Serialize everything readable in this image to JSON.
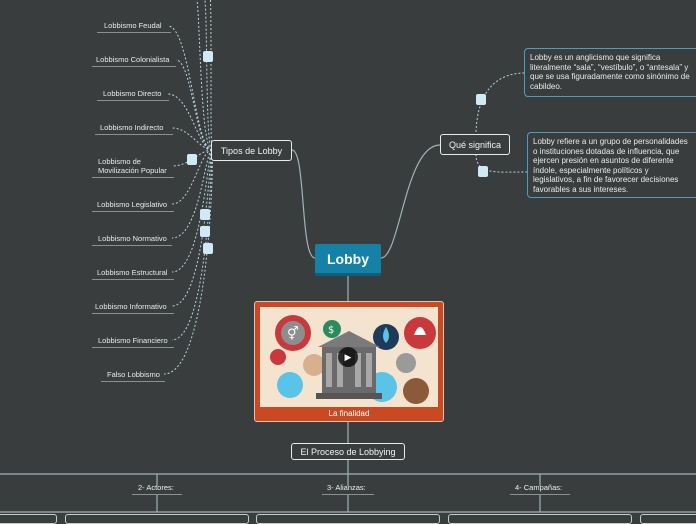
{
  "center": {
    "title": "Lobby"
  },
  "tipos": {
    "label": "Tipos de Lobby",
    "items": [
      "Lobbismo Feudal",
      "Lobbismo Colonialista",
      "Lobbismo Directo",
      "Lobbismo Indirecto",
      "Lobbismo de Movilización Popular",
      "Lobbismo Legislativo",
      "Lobbismo Normativo",
      "Lobbismo Estructural",
      "Lobbismo Informativo",
      "Lobbismo Financiero",
      "Falso Lobbismo"
    ]
  },
  "que": {
    "label": "Qué significa",
    "note1": "Lobby es un anglicismo que significa literalmente “sala”, “vestíbulo”, o “antesala” y que se usa figuradamente como sinónimo de cabildeo.",
    "note2": "Lobby refiere a un grupo de personalidades o instituciones dotadas de influencia, que ejercen presión en asuntos de diferente índole, especialmente políticos y legislativos, a fin de favorecer decisiones favorables a sus intereses."
  },
  "media": {
    "caption": "La finalidad"
  },
  "proceso": {
    "label": "El Proceso de Lobbying",
    "children": [
      "2- Actores:",
      "3- Alianzas:",
      "4- Campañas:"
    ]
  },
  "colors": {
    "background": "#3a3d3e",
    "center": "#1581a6",
    "note_border": "#4a9ec4",
    "media": "#c94a22",
    "handle": "#cfe9f5"
  }
}
